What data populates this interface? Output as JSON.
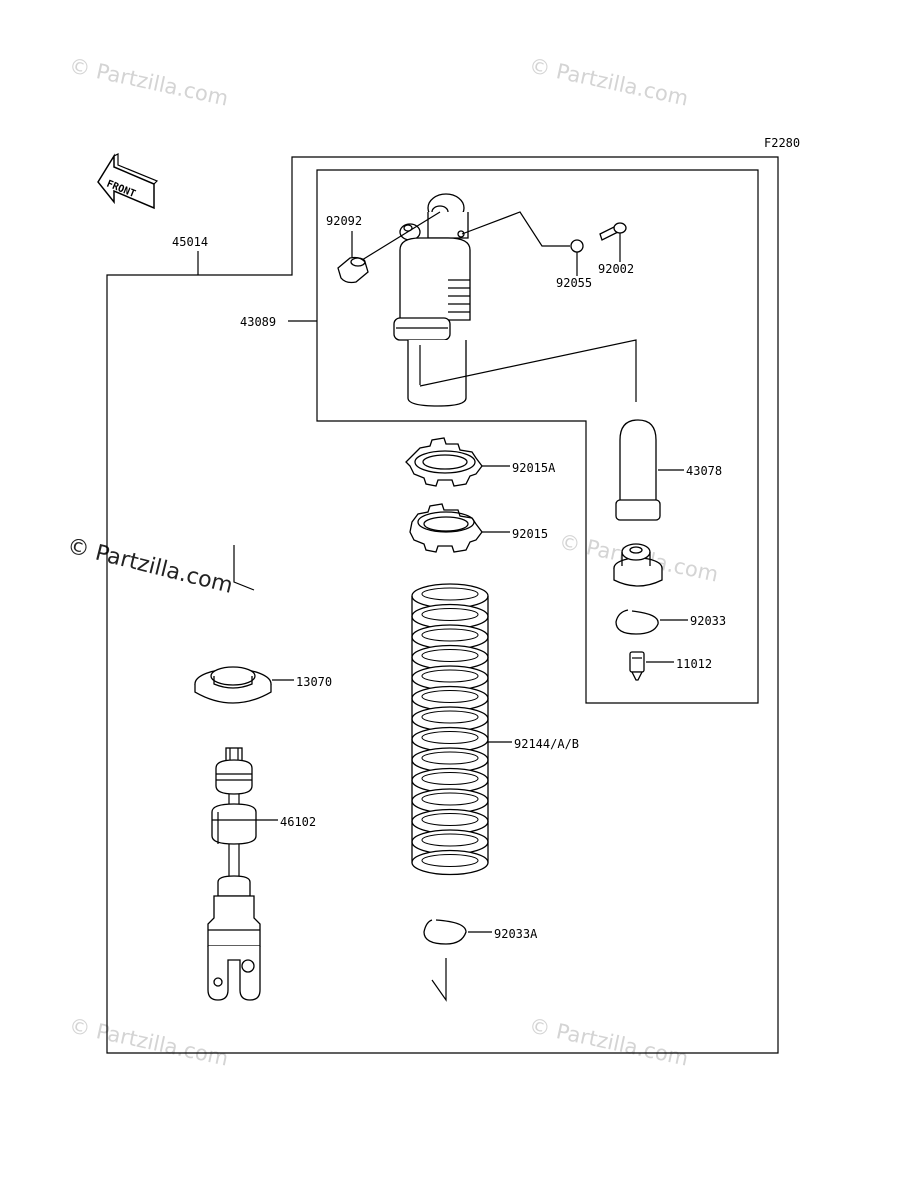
{
  "diagram_code": "F2280",
  "front_label": "FRONT",
  "watermarks": {
    "corner": "© Partzilla.com",
    "main": "© Partzilla.com"
  },
  "parts": {
    "p45014": "45014",
    "p43089": "43089",
    "p92092": "92092",
    "p92055": "92055",
    "p92002": "92002",
    "p43078": "43078",
    "p92015A": "92015A",
    "p92015": "92015",
    "p92033": "92033",
    "p11012": "11012",
    "p13070": "13070",
    "p92144": "92144/A/B",
    "p46102": "46102",
    "p92033A": "92033A"
  }
}
